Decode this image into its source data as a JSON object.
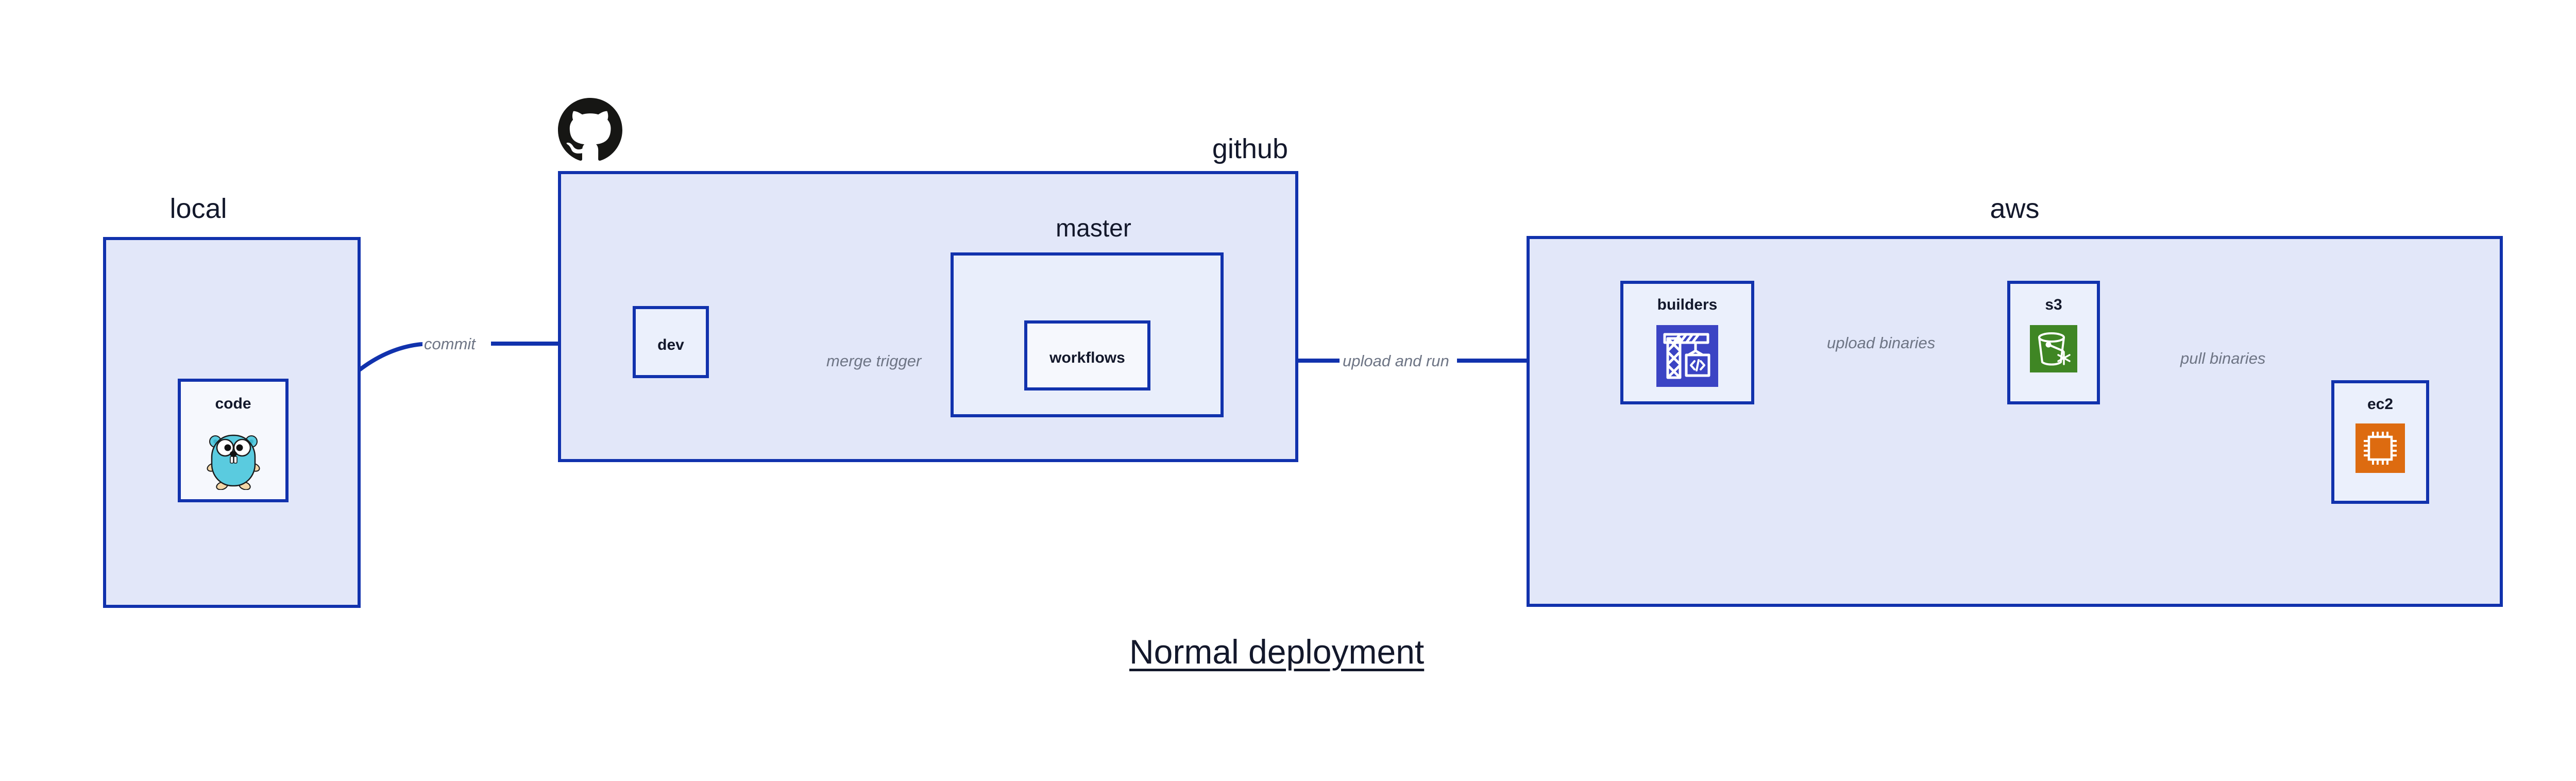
{
  "diagram": {
    "title": "Normal deployment",
    "accent_border": "#1132AD",
    "container_fill": "#E2E7F9",
    "node_fill": "#EBF0FC",
    "label_color": "#6E7585",
    "text_color": "#13182B"
  },
  "containers": [
    {
      "id": "local",
      "label": "local"
    },
    {
      "id": "github",
      "label": "github"
    },
    {
      "id": "aws",
      "label": "aws"
    }
  ],
  "groups": [
    {
      "id": "master",
      "label": "master",
      "parent": "github"
    }
  ],
  "nodes": [
    {
      "id": "code",
      "label": "code",
      "parent": "local",
      "icon": "go-gopher-icon",
      "icon_color": "#5ACBDF"
    },
    {
      "id": "dev",
      "label": "dev",
      "parent": "github",
      "icon": "none",
      "icon_color": ""
    },
    {
      "id": "workflows",
      "label": "workflows",
      "parent": "master",
      "icon": "none",
      "icon_color": ""
    },
    {
      "id": "builders",
      "label": "builders",
      "parent": "aws",
      "icon": "crane-code-icon",
      "icon_color": "#3B44C4"
    },
    {
      "id": "s3",
      "label": "s3",
      "parent": "aws",
      "icon": "s3-bucket-icon",
      "icon_color": "#3F8624"
    },
    {
      "id": "ec2",
      "label": "ec2",
      "parent": "aws",
      "icon": "cpu-chip-icon",
      "icon_color": "#DD6B10"
    }
  ],
  "edges": [
    {
      "id": "code-dev",
      "from": "code",
      "to": "dev",
      "label": "commit"
    },
    {
      "id": "dev-workflows",
      "from": "dev",
      "to": "workflows",
      "label": "merge trigger"
    },
    {
      "id": "workflows-builders",
      "from": "workflows",
      "to": "builders",
      "label": "upload and run"
    },
    {
      "id": "builders-s3",
      "from": "builders",
      "to": "s3",
      "label": "upload binaries"
    },
    {
      "id": "s3-ec2",
      "from": "s3",
      "to": "ec2",
      "label": "pull binaries"
    }
  ],
  "logos": [
    {
      "id": "github-logo",
      "name": "github-octocat-icon",
      "color": "#161614"
    }
  ]
}
